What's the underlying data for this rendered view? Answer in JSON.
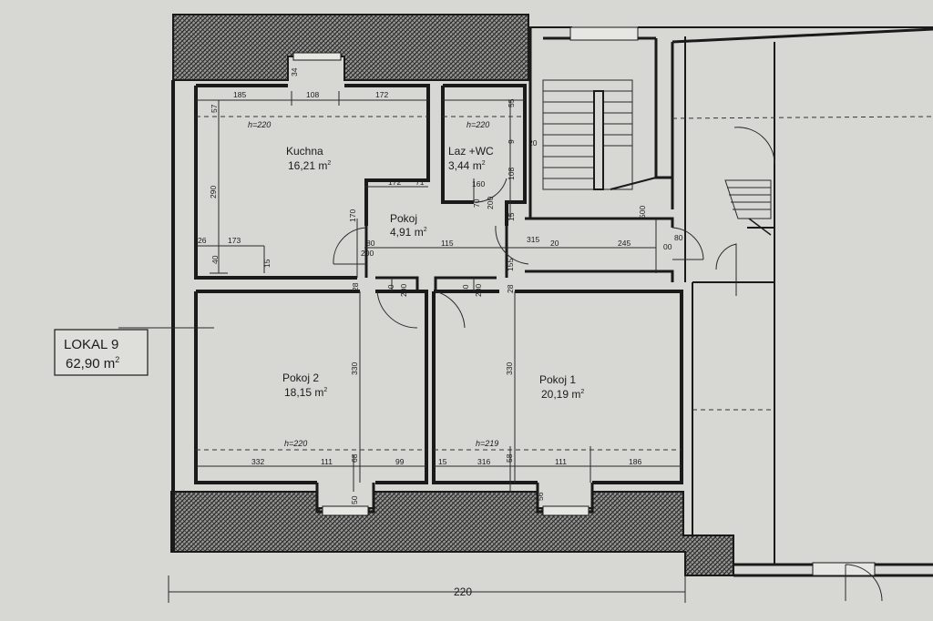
{
  "colors": {
    "paper": "#d7d7d4",
    "ink": "#1a1a1a",
    "hatch": "#2b2b2b"
  },
  "unit": {
    "name": "LOKAL  9",
    "area": "62,90 m",
    "sup": "2"
  },
  "rooms": {
    "kitchen": {
      "name": "Kuchna",
      "area": "16,21  m",
      "height": "h=220"
    },
    "bathroom": {
      "name": "Laz +WC",
      "area": "3,44  m",
      "height": "h=220"
    },
    "hall": {
      "name": "Pokoj",
      "area": "4,91  m"
    },
    "room2": {
      "name": "Pokoj  2",
      "area": "18,15 m",
      "height": "h=220"
    },
    "room1": {
      "name": "Pokoj  1",
      "area": "20,19 m",
      "height": "h=219"
    }
  },
  "dims": {
    "k_top_a": "185",
    "k_top_b": "108",
    "k_top_c": "172",
    "k_win": "34",
    "k_57": "57",
    "k_290": "290",
    "k_26": "26",
    "k_173": "173",
    "k_40": "40",
    "k_15": "15",
    "h_172": "172",
    "h_71": "71",
    "h_170": "170",
    "h_115": "115",
    "h_80a": "80",
    "h_200a": "200",
    "b_55": "55",
    "b_9": "9",
    "b_20": "20",
    "b_108": "108",
    "b_160": "160",
    "b_70": "70",
    "b_200": "200",
    "b_15": "15",
    "c_315": "315",
    "c_20": "20",
    "c_245": "245",
    "c_80": "80",
    "c_00": "00",
    "c_500": "500",
    "c_155": "155",
    "d_28a": "28",
    "d_28b": "28",
    "d_80b": "80",
    "d_200b": "200",
    "d_80c": "80",
    "d_200c": "200",
    "r2_330": "330",
    "r1_330": "330",
    "r2_332": "332",
    "r2_111": "111",
    "r2_68": "68",
    "r2_99": "99",
    "r2_15": "15",
    "r1_316": "316",
    "r1_58": "58",
    "r1_111": "111",
    "r1_186": "186",
    "w_50": "50",
    "w_56": "56",
    "overall": "220"
  }
}
